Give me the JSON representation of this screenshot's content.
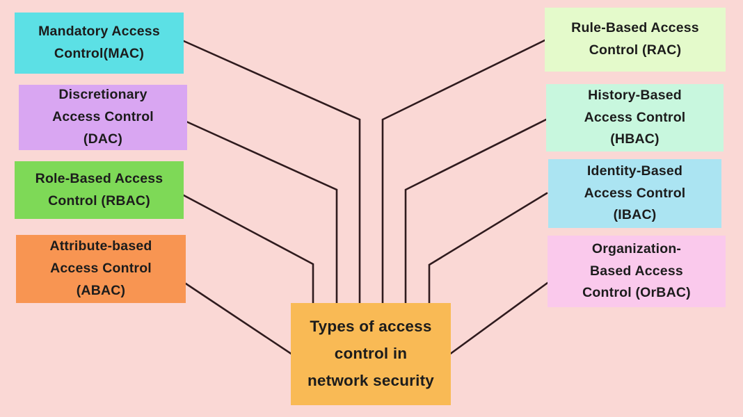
{
  "diagram": {
    "center": {
      "label": "Types of access\ncontrol in\nnetwork security",
      "bg": "#F9BA55"
    },
    "left_nodes": [
      {
        "id": "mac",
        "label": "Mandatory Access\nControl(MAC)",
        "bg": "#5CE0E5"
      },
      {
        "id": "dac",
        "label": "Discretionary\nAccess Control\n(DAC)",
        "bg": "#D9A6F2"
      },
      {
        "id": "rbac",
        "label": "Role-Based Access\nControl (RBAC)",
        "bg": "#7ED957"
      },
      {
        "id": "abac",
        "label": "Attribute-based\nAccess Control\n(ABAC)",
        "bg": "#F89552"
      }
    ],
    "right_nodes": [
      {
        "id": "rac",
        "label": "Rule-Based Access\nControl (RAC)",
        "bg": "#E4FACB"
      },
      {
        "id": "hbac",
        "label": "History-Based\nAccess Control\n(HBAC)",
        "bg": "#C8F7DE"
      },
      {
        "id": "ibac",
        "label": "Identity-Based\nAccess Control\n(IBAC)",
        "bg": "#ABE4F2"
      },
      {
        "id": "orbac",
        "label": "Organization-\nBased Access\nControl (OrBAC)",
        "bg": "#FAC9EC"
      }
    ],
    "colors": {
      "background": "#FAD8D5",
      "line": "#2F1B1E",
      "text": "#1C1C1C"
    }
  }
}
